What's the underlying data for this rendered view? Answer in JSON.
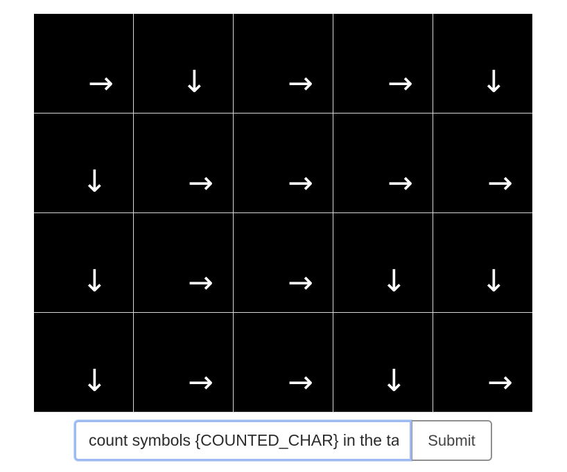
{
  "grid": {
    "rows": [
      [
        "right",
        "down",
        "right",
        "right",
        "down"
      ],
      [
        "down",
        "right",
        "right",
        "right",
        "right"
      ],
      [
        "down",
        "right",
        "right",
        "down",
        "down"
      ],
      [
        "down",
        "right",
        "right",
        "down",
        "right"
      ]
    ],
    "glyphs": {
      "right": "→",
      "down": "↓"
    },
    "colors": {
      "cell_background": "#000000",
      "symbol": "#ffffff",
      "grid_lines": "#d9d9d9"
    }
  },
  "form": {
    "input_placeholder": "count symbols {COUNTED_CHAR} in the table",
    "input_value": "",
    "submit_label": "Submit",
    "focus_color": "#9dbbf1"
  }
}
